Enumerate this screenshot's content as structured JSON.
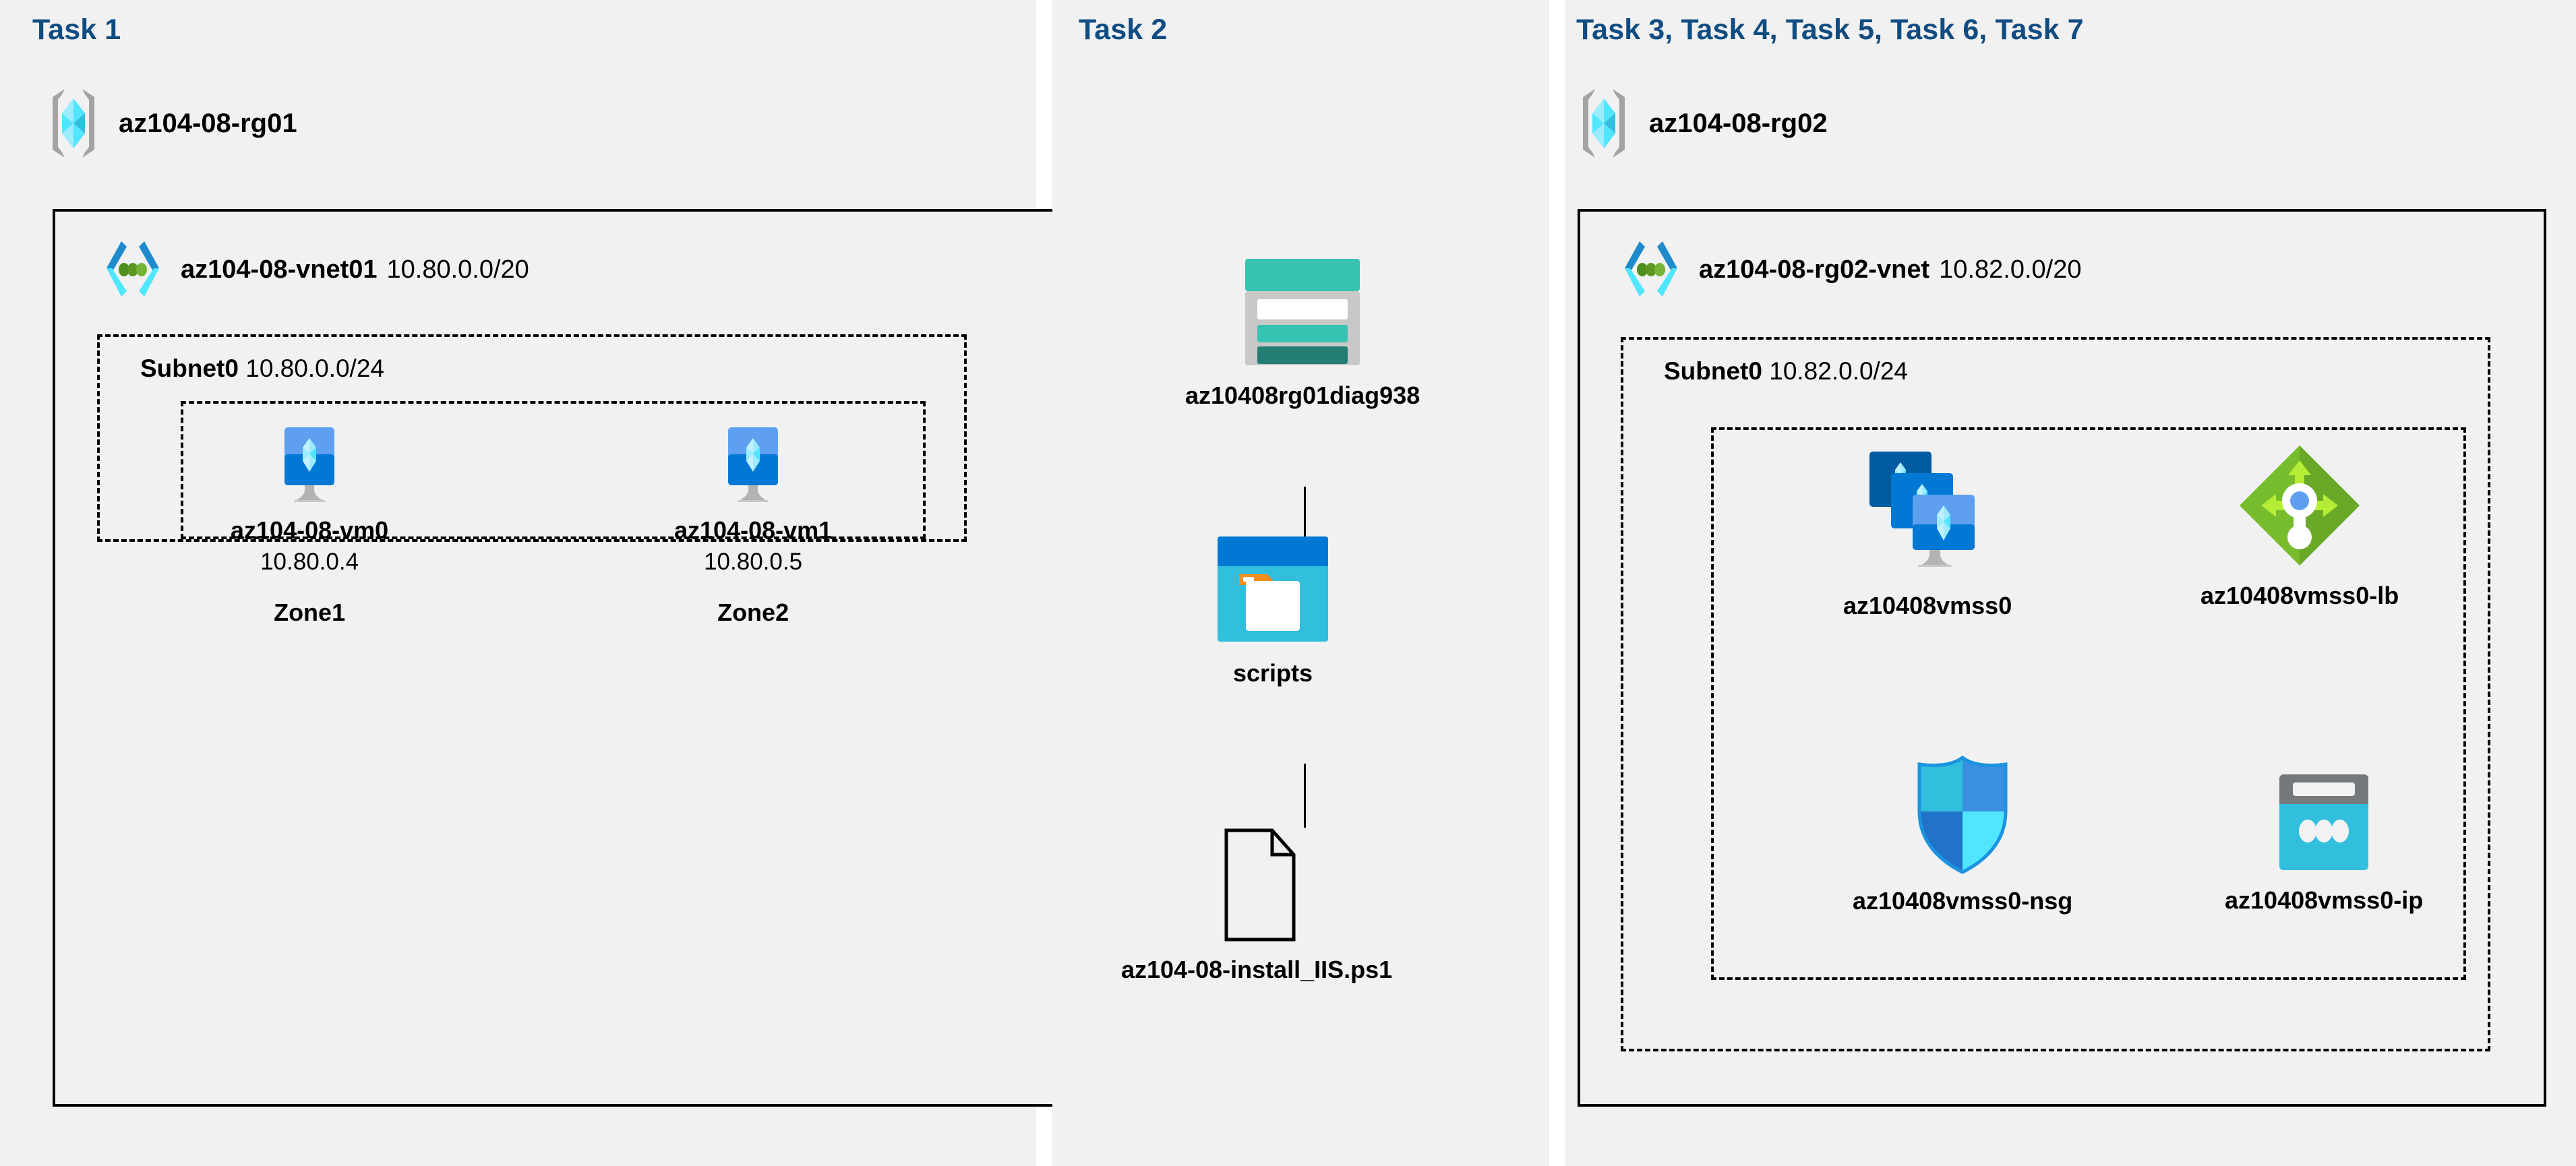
{
  "panels": {
    "task1": {
      "heading": "Task 1"
    },
    "task2": {
      "heading": "Task 2"
    },
    "task37": {
      "heading": "Task 3, Task 4, Task 5, Task 6, Task 7"
    }
  },
  "resource_groups": [
    {
      "name": "az104-08-rg01",
      "icon": "resource-group-icon"
    },
    {
      "name": "az104-08-rg02",
      "icon": "resource-group-icon"
    }
  ],
  "vnets": [
    {
      "name": "az104-08-vnet01",
      "cidr": "10.80.0.0/20",
      "icon": "virtual-network-icon"
    },
    {
      "name": "az104-08-rg02-vnet",
      "cidr": "10.82.0.0/20",
      "icon": "virtual-network-icon"
    }
  ],
  "subnets": [
    {
      "name": "Subnet0",
      "cidr": "10.80.0.0/24"
    },
    {
      "name": "Subnet0",
      "cidr": "10.82.0.0/24"
    }
  ],
  "virtual_machines": [
    {
      "name": "az104-08-vm0",
      "ip": "10.80.0.4",
      "zone": "Zone1",
      "icon": "virtual-machine-icon"
    },
    {
      "name": "az104-08-vm1",
      "ip": "10.80.0.5",
      "zone": "Zone2",
      "icon": "virtual-machine-icon"
    }
  ],
  "storage": {
    "account": {
      "name": "az10408rg01diag938",
      "icon": "storage-account-icon"
    },
    "container": {
      "name": "scripts",
      "icon": "blob-container-icon"
    },
    "file": {
      "name": "az104-08-install_IIS.ps1",
      "icon": "file-document-icon"
    }
  },
  "rg02_resources": [
    {
      "name": "az10408vmss0",
      "icon": "vm-scale-set-icon"
    },
    {
      "name": "az10408vmss0-lb",
      "icon": "load-balancer-icon"
    },
    {
      "name": "az10408vmss0-nsg",
      "icon": "network-security-group-icon"
    },
    {
      "name": "az10408vmss0-ip",
      "icon": "public-ip-address-icon"
    }
  ],
  "colors": {
    "heading": "#0f4c81",
    "panel_background": "#f1f1f1",
    "page_background": "#ffffff",
    "azure_cube_light": "#9cebff",
    "azure_cube_mid": "#50e6ff",
    "azure_cube_dark": "#32bedd",
    "vnet_blue_dark": "#198ab3",
    "vnet_blue_light": "#50e6ff",
    "vnet_dot_green": "#5e9624",
    "vm_blue_top": "#5ea0ef",
    "vm_blue_bottom": "#0078d4",
    "storage_teal": "#37c2b1",
    "storage_teal_dark": "#227d72",
    "container_blue": "#0078d4",
    "container_cyan": "#32bedd",
    "container_orange": "#f78d1e",
    "lb_green_dark": "#76bc2d",
    "lb_green_light": "#b4ec36",
    "nsg_blue": "#0078d4",
    "nsg_cyan": "#32bedd",
    "ip_gray": "#76797b",
    "ip_cyan": "#32bedd",
    "border": "#000000"
  }
}
